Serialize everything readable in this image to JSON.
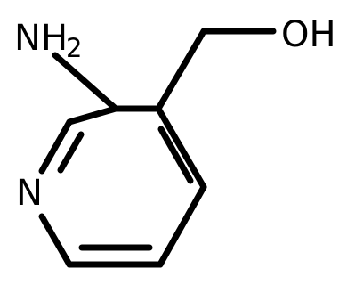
{
  "molecule": {
    "atoms": {
      "amine_n": "N",
      "amine_h": "H",
      "amine_h_count": "2",
      "ring_n": "N",
      "hydroxyl": "OH"
    },
    "colors": {
      "bond": "#000000",
      "text": "#000000",
      "background": "#ffffff"
    }
  }
}
